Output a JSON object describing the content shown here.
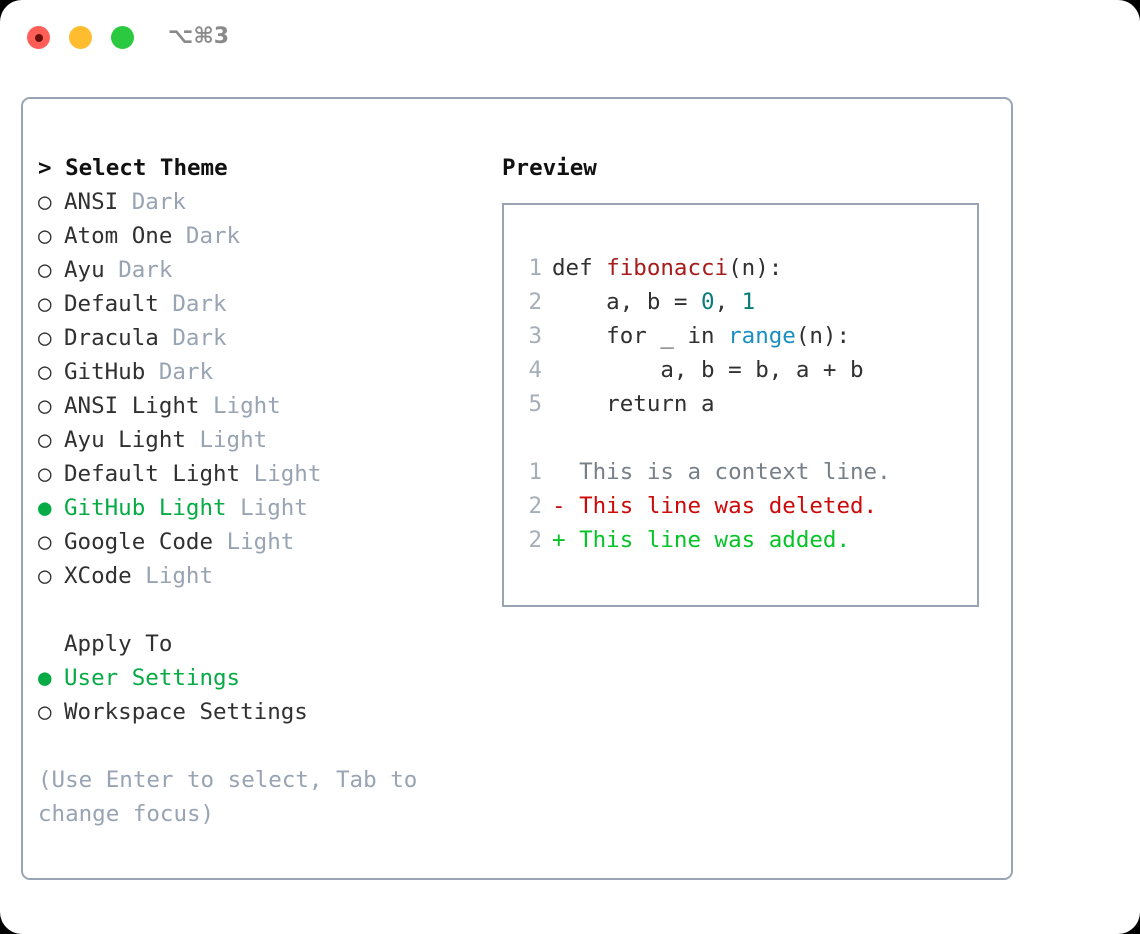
{
  "titlebar": {
    "shortcut": "⌥⌘3",
    "buttons": [
      {
        "name": "close",
        "color": "#ff5f57"
      },
      {
        "name": "minimize",
        "color": "#febc2e"
      },
      {
        "name": "maximize",
        "color": "#2bc93f"
      }
    ]
  },
  "theme_picker": {
    "caret": ">",
    "header": "Select Theme",
    "bullet_unselected": "○",
    "bullet_selected": "●",
    "items": [
      {
        "label": "ANSI",
        "tag": "Dark",
        "selected": false
      },
      {
        "label": "Atom One",
        "tag": "Dark",
        "selected": false
      },
      {
        "label": "Ayu",
        "tag": "Dark",
        "selected": false
      },
      {
        "label": "Default",
        "tag": "Dark",
        "selected": false
      },
      {
        "label": "Dracula",
        "tag": "Dark",
        "selected": false
      },
      {
        "label": "GitHub",
        "tag": "Dark",
        "selected": false
      },
      {
        "label": "ANSI Light",
        "tag": "Light",
        "selected": false
      },
      {
        "label": "Ayu Light",
        "tag": "Light",
        "selected": false
      },
      {
        "label": "Default Light",
        "tag": "Light",
        "selected": false
      },
      {
        "label": "GitHub Light",
        "tag": "Light",
        "selected": true
      },
      {
        "label": "Google Code",
        "tag": "Light",
        "selected": false
      },
      {
        "label": "XCode",
        "tag": "Light",
        "selected": false
      }
    ]
  },
  "apply_to": {
    "header": "Apply To",
    "options": [
      {
        "label": "User Settings",
        "selected": true
      },
      {
        "label": "Workspace Settings",
        "selected": false
      }
    ]
  },
  "hint": "(Use Enter to select, Tab to change focus)",
  "preview": {
    "title": "Preview",
    "code_lines": [
      {
        "no": "1",
        "tokens": [
          {
            "t": "def ",
            "c": "plain"
          },
          {
            "t": "fibonacci",
            "c": "fn"
          },
          {
            "t": "(n):",
            "c": "plain"
          }
        ]
      },
      {
        "no": "2",
        "tokens": [
          {
            "t": "    a, b = ",
            "c": "plain"
          },
          {
            "t": "0",
            "c": "num"
          },
          {
            "t": ", ",
            "c": "plain"
          },
          {
            "t": "1",
            "c": "num"
          }
        ]
      },
      {
        "no": "3",
        "tokens": [
          {
            "t": "    for _ in ",
            "c": "plain"
          },
          {
            "t": "range",
            "c": "call"
          },
          {
            "t": "(n):",
            "c": "plain"
          }
        ]
      },
      {
        "no": "4",
        "tokens": [
          {
            "t": "        a, b = b, a + b",
            "c": "plain"
          }
        ]
      },
      {
        "no": "5",
        "tokens": [
          {
            "t": "    return a",
            "c": "plain"
          }
        ]
      }
    ],
    "diff_lines": [
      {
        "no": "1",
        "marker": " ",
        "text": " This is a context line.",
        "kind": "ctx"
      },
      {
        "no": "2",
        "marker": "-",
        "text": " This line was deleted.",
        "kind": "del"
      },
      {
        "no": "2",
        "marker": "+",
        "text": " This line was added.",
        "kind": "add"
      }
    ]
  },
  "colors": {
    "accent_green": "#06ab45",
    "tag_gray": "#98a3b3",
    "border": "#9aa5b4",
    "diff_add": "#06c428",
    "diff_del": "#cc0a0a",
    "syntax_fn": "#a61b1b",
    "syntax_num": "#0a7b7b",
    "syntax_call": "#1a8fc0"
  }
}
